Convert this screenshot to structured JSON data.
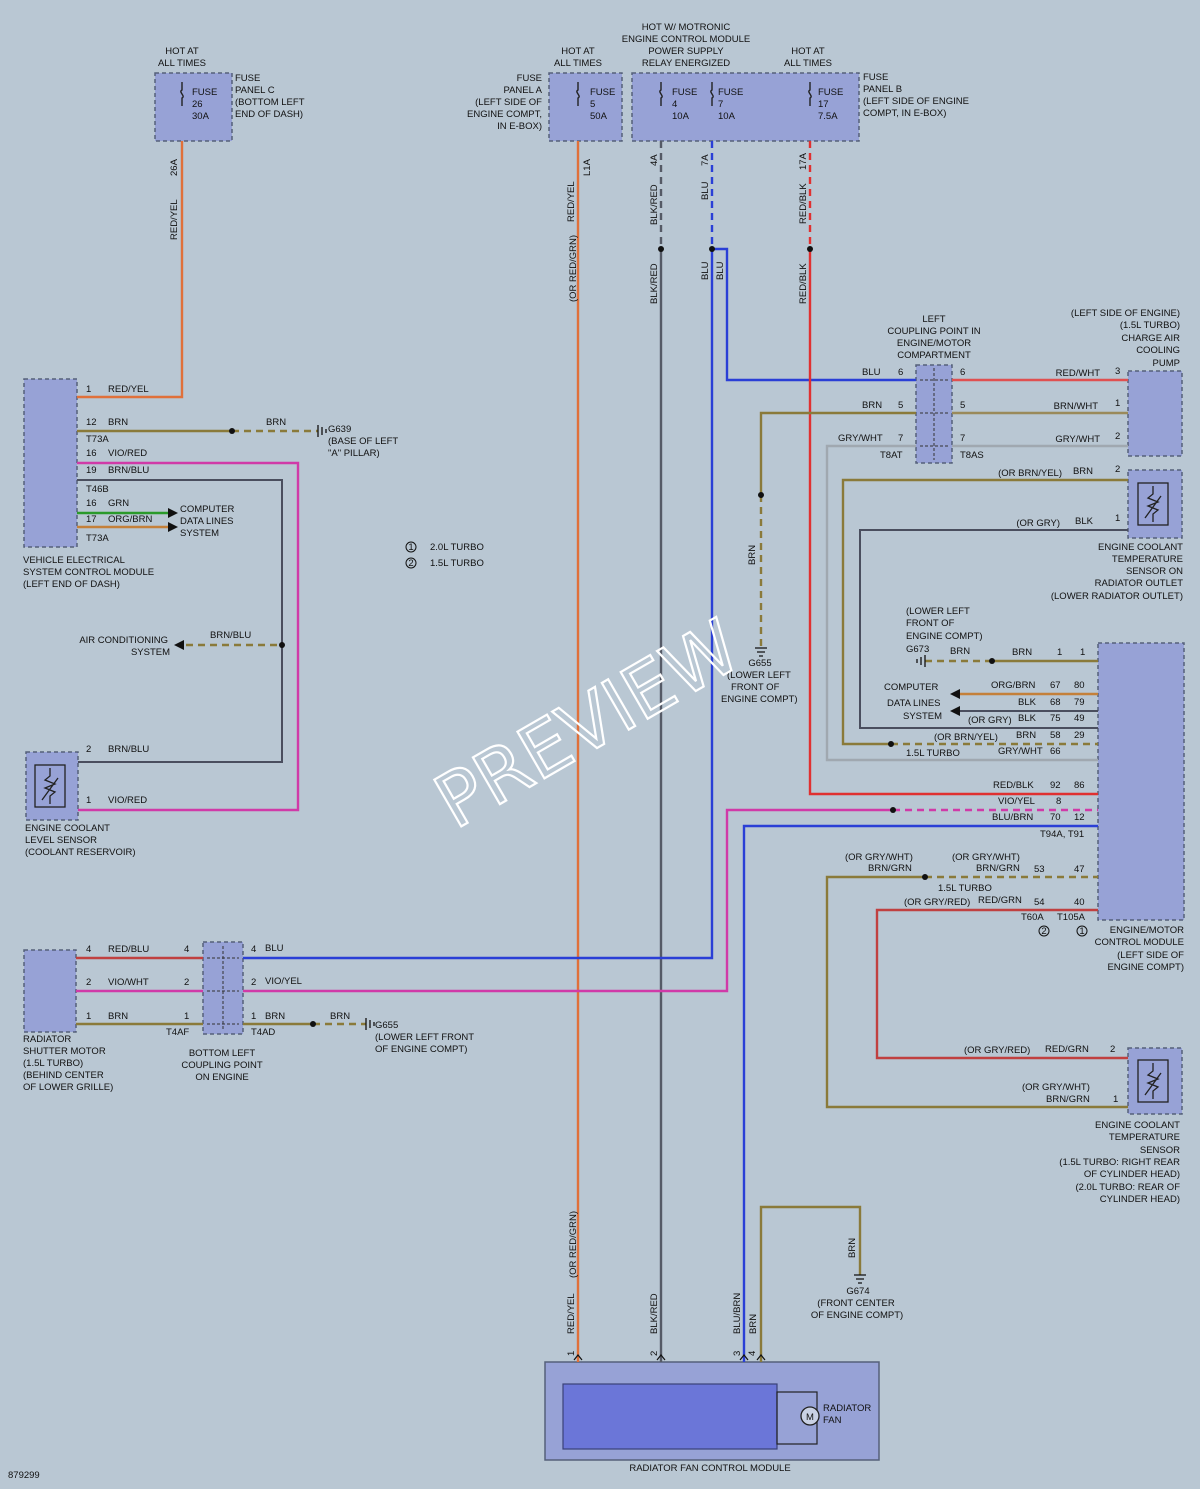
{
  "diagram_id": "879299",
  "watermark": "PREVIEW",
  "legend": [
    {
      "num": "1",
      "text": "2.0L TURBO"
    },
    {
      "num": "2",
      "text": "1.5L TURBO"
    }
  ],
  "fuse_c": {
    "hot": [
      "HOT AT",
      "ALL TIMES"
    ],
    "fuse": [
      "FUSE",
      "26",
      "30A"
    ],
    "panel": [
      "FUSE",
      "PANEL C",
      "(BOTTOM LEFT",
      "END OF DASH)"
    ],
    "pin": "26A"
  },
  "fuse_a": {
    "hot": [
      "HOT AT",
      "ALL TIMES"
    ],
    "fuse": [
      "FUSE",
      "5",
      "50A"
    ],
    "panel": [
      "FUSE",
      "PANEL A",
      "(LEFT SIDE OF",
      "ENGINE COMPT,",
      "IN E-BOX)"
    ],
    "pin": "L1A"
  },
  "fuse_b": {
    "hot_ecm": [
      "HOT W/ MOTRONIC",
      "ENGINE CONTROL MODULE",
      "POWER SUPPLY",
      "RELAY ENERGIZED"
    ],
    "hot": [
      "HOT AT",
      "ALL TIMES"
    ],
    "fuse4": [
      "FUSE",
      "4",
      "10A"
    ],
    "fuse7": [
      "FUSE",
      "7",
      "10A"
    ],
    "fuse17": [
      "FUSE",
      "17",
      "7.5A"
    ],
    "panel": [
      "FUSE",
      "PANEL B",
      "(LEFT SIDE OF ENGINE",
      "COMPT, IN E-BOX)"
    ],
    "pins": [
      "4A",
      "7A",
      "17A"
    ]
  },
  "wires": {
    "red_yel": "RED/YEL",
    "or_red_grn": "(OR RED/GRN)",
    "blk_red": "BLK/RED",
    "blu": "BLU",
    "red_blk": "RED/BLK",
    "brn": "BRN",
    "blu_brn": "BLU/BRN"
  },
  "vescm": {
    "name": [
      "VEHICLE ELECTRICAL",
      "SYSTEM CONTROL MODULE",
      "(LEFT END OF DASH)"
    ],
    "pins": [
      {
        "num": "1",
        "color": "RED/YEL"
      },
      {
        "num": "12",
        "color": "BRN"
      },
      {
        "num": "16",
        "color": "VIO/RED"
      },
      {
        "num": "19",
        "color": "BRN/BLU"
      },
      {
        "num": "16",
        "color": "GRN"
      },
      {
        "num": "17",
        "color": "ORG/BRN"
      }
    ],
    "connectors": [
      "T73A",
      "T46B",
      "T73A"
    ],
    "brn": "BRN",
    "ground": "G639",
    "ground_loc": [
      "(BASE OF LEFT",
      "\"A\" PILLAR)"
    ],
    "data_lines": [
      "COMPUTER",
      "DATA LINES",
      "SYSTEM"
    ]
  },
  "ac": {
    "label": [
      "AIR CONDITIONING",
      "SYSTEM"
    ],
    "wire": "BRN/BLU"
  },
  "level_sensor": {
    "name": [
      "ENGINE COOLANT",
      "LEVEL SENSOR",
      "(COOLANT RESERVOIR)"
    ],
    "pins": [
      {
        "num": "2",
        "color": "BRN/BLU"
      },
      {
        "num": "1",
        "color": "VIO/RED"
      }
    ]
  },
  "shutter": {
    "name": [
      "RADIATOR",
      "SHUTTER MOTOR",
      "(1.5L TURBO)",
      "(BEHIND CENTER",
      "OF LOWER GRILLE)"
    ],
    "pins": [
      {
        "num": "4",
        "color": "RED/BLU"
      },
      {
        "num": "2",
        "color": "VIO/WHT"
      },
      {
        "num": "1",
        "color": "BRN"
      }
    ]
  },
  "bottom_coupling": {
    "name": [
      "BOTTOM LEFT",
      "COUPLING POINT",
      "ON ENGINE"
    ],
    "left": [
      "4",
      "2",
      "1"
    ],
    "right": [
      "4",
      "2",
      "1"
    ],
    "conn_left": "T4AF",
    "conn_right": "T4AD",
    "wires": [
      "BLU",
      "VIO/YEL",
      "BRN"
    ],
    "brn": "BRN",
    "ground": "G655",
    "ground_loc": [
      "(LOWER LEFT FRONT",
      "OF ENGINE COMPT)"
    ]
  },
  "left_coupling": {
    "name": [
      "LEFT",
      "COUPLING POINT IN",
      "ENGINE/MOTOR",
      "COMPARTMENT"
    ],
    "left_pins": [
      "6",
      "5",
      "7"
    ],
    "right_pins": [
      "6",
      "5",
      "7"
    ],
    "left_wires": [
      "BLU",
      "BRN",
      "GRY/WHT"
    ],
    "conn_left": "T8AT",
    "conn_right": "T8AS"
  },
  "pump": {
    "name": [
      "(LEFT SIDE OF ENGINE)",
      "(1.5L TURBO)",
      "CHARGE AIR",
      "COOLING",
      "PUMP"
    ],
    "pins": [
      {
        "num": "3",
        "color": "RED/WHT"
      },
      {
        "num": "1",
        "color": "BRN/WHT"
      },
      {
        "num": "2",
        "color": "GRY/WHT"
      }
    ]
  },
  "outlet_sensor": {
    "name": [
      "ENGINE COOLANT",
      "TEMPERATURE",
      "SENSOR ON",
      "RADIATOR OUTLET",
      "(LOWER RADIATOR OUTLET)"
    ],
    "pins": [
      {
        "num": "2",
        "alt": "(OR BRN/YEL)",
        "color": "BRN"
      },
      {
        "num": "1",
        "alt": "(OR GRY)",
        "color": "BLK"
      }
    ]
  },
  "g655_mid": {
    "wire": "BRN",
    "ground": "G655",
    "loc": [
      "(LOWER LEFT",
      "FRONT OF",
      "ENGINE COMPT)"
    ]
  },
  "g673": {
    "loc": [
      "(LOWER LEFT",
      "FRONT OF",
      "ENGINE COMPT)"
    ],
    "ground": "G673",
    "wire": "BRN"
  },
  "ecm": {
    "name": [
      "ENGINE/MOTOR",
      "CONTROL MODULE",
      "(LEFT SIDE OF",
      "ENGINE COMPT)"
    ],
    "data_lines": [
      "COMPUTER",
      "DATA LINES",
      "SYSTEM"
    ],
    "turbo15": "1.5L TURBO",
    "rows": [
      {
        "alt": "",
        "color": "BRN",
        "a": "1",
        "b": "1"
      },
      {
        "alt": "",
        "color": "ORG/BRN",
        "a": "67",
        "b": "80"
      },
      {
        "alt": "",
        "color": "BLK",
        "a": "68",
        "b": "79"
      },
      {
        "alt": "(OR GRY)",
        "color": "BLK",
        "a": "75",
        "b": "49"
      },
      {
        "alt": "(OR BRN/YEL)",
        "color": "BRN",
        "a": "58",
        "b": "29"
      },
      {
        "alt": "",
        "color": "GRY/WHT",
        "a": "66",
        "b": ""
      },
      {
        "alt": "",
        "color": "RED/BLK",
        "a": "92",
        "b": "86"
      },
      {
        "alt": "",
        "color": "VIO/YEL",
        "a": "8",
        "b": ""
      },
      {
        "alt": "",
        "color": "BLU/BRN",
        "a": "70",
        "b": "12"
      }
    ],
    "conn_top": "T94A, T91",
    "rows2": [
      {
        "alt": "(OR GRY/WHT)",
        "color": "BRN/GRN",
        "a": "53",
        "b": "47"
      },
      {
        "alt": "(OR GRY/RED)",
        "color": "RED/GRN",
        "a": "54",
        "b": "40"
      }
    ],
    "alt_upper": "(OR GRY/WHT)",
    "alt_upper2": "(OR GRY/WHT)",
    "brn_grn": "BRN/GRN",
    "conn_bottom": [
      "T60A",
      "T105A"
    ],
    "conn_marks": [
      "2",
      "1"
    ]
  },
  "temp_sensor": {
    "name": [
      "ENGINE COOLANT",
      "TEMPERATURE",
      "SENSOR",
      "(1.5L TURBO: RIGHT REAR",
      "OF CYLINDER HEAD)",
      "(2.0L TURBO: REAR OF",
      "CYLINDER HEAD)"
    ],
    "pins": [
      {
        "num": "2",
        "alt": "(OR GRY/RED)",
        "color": "RED/GRN"
      },
      {
        "num": "1",
        "alt": "(OR GRY/WHT)",
        "color": "BRN/GRN"
      }
    ]
  },
  "g674": {
    "wire": "BRN",
    "ground": "G674",
    "loc": [
      "(FRONT CENTER",
      "OF ENGINE COMPT)"
    ]
  },
  "fan_module": {
    "name": "RADIATOR FAN CONTROL MODULE",
    "fan": [
      "RADIATOR",
      "FAN"
    ],
    "motor": "M",
    "pins": [
      "1",
      "2",
      "3",
      "4"
    ]
  },
  "colors": {
    "red_yel": "#e0703a",
    "blk_red": "#555a66",
    "blu": "#2a3fd6",
    "red_blk": "#e03030",
    "brn": "#8a7a3a",
    "vio": "#d03aa8",
    "grn": "#2a9a2a",
    "org_brn": "#c4803a",
    "gry": "#a0a8b0",
    "red_wht": "#e05050",
    "brn_wht": "#9a8a5a",
    "red_grn": "#c04040",
    "dark": "#4a4e5e"
  }
}
